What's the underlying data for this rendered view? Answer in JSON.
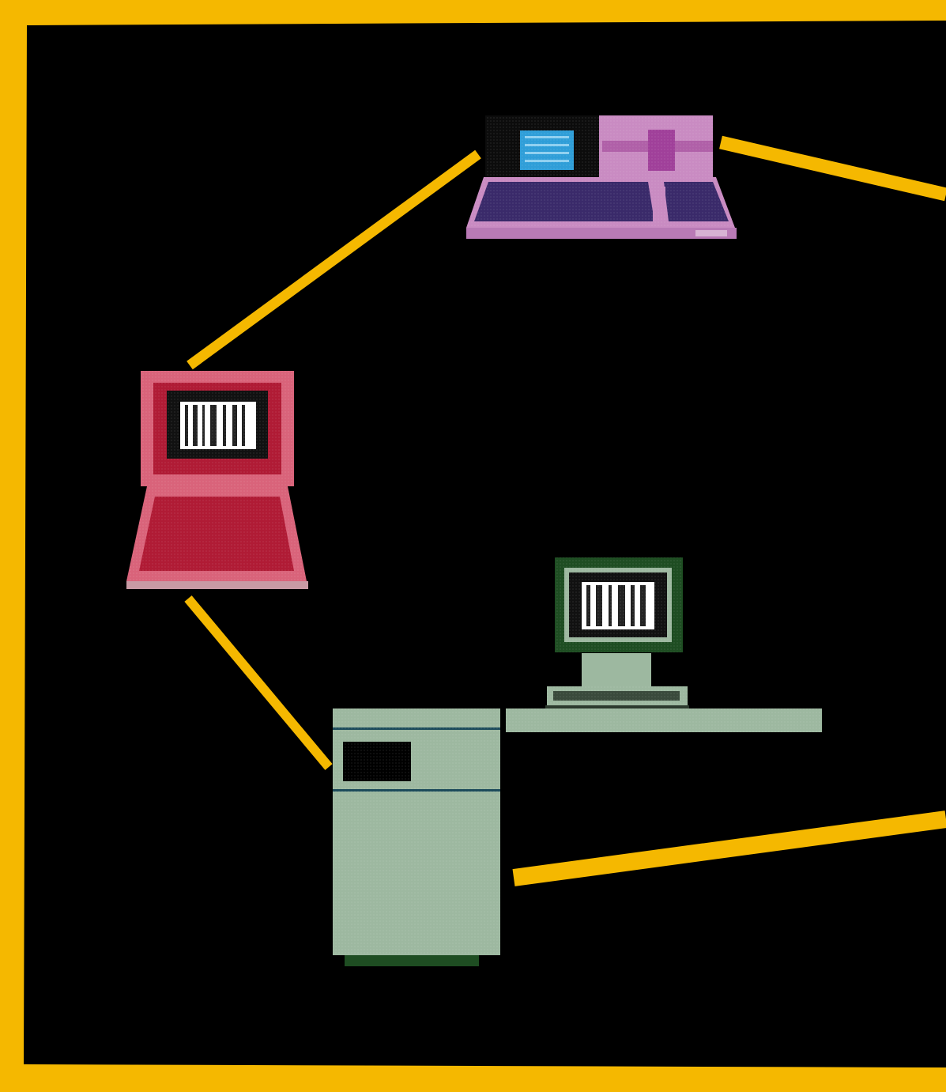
{
  "diagram": {
    "background_color": "#000000",
    "frame_color": "#F5B800",
    "link_color": "#F5B800",
    "nodes": [
      {
        "id": "desktop-workstation",
        "icon": "desktop-computer-icon",
        "color": "#C98BC2",
        "screen_color": "#2F9ED8"
      },
      {
        "id": "portable-computer",
        "icon": "laptop-icon",
        "color": "#D9637A",
        "screen_color": "#FFFFFF"
      },
      {
        "id": "graphics-terminal",
        "icon": "monitor-icon",
        "color": "#9DB8A0",
        "screen_color": "#FFFFFF"
      },
      {
        "id": "host-cabinet",
        "icon": "server-cabinet-icon",
        "color": "#9DB8A0",
        "panel_color": "#000000"
      }
    ],
    "links": [
      {
        "from": "portable-computer",
        "to": "desktop-workstation"
      },
      {
        "from": "desktop-workstation",
        "to": "offscreen-right"
      },
      {
        "from": "portable-computer",
        "to": "host-cabinet"
      },
      {
        "from": "host-cabinet",
        "to": "offscreen-right"
      }
    ]
  }
}
